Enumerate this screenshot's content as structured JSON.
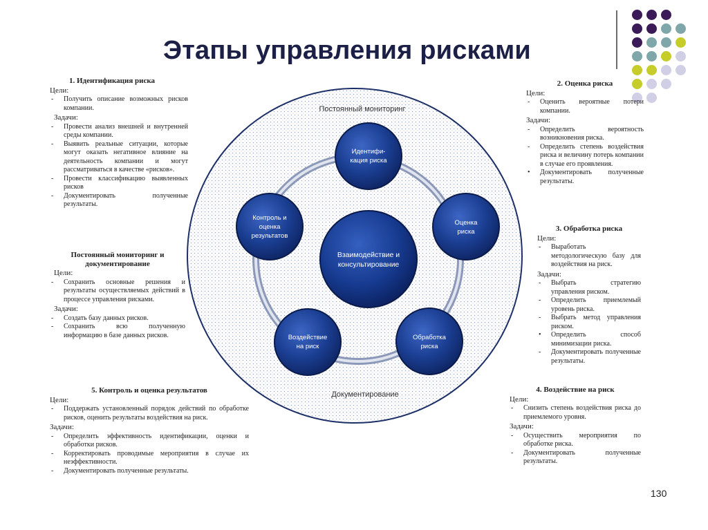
{
  "title": "Этапы управления рисками",
  "slide_number": "130",
  "colors": {
    "title": "#1c1f46",
    "node": "#1a3a8a",
    "dot_purple": "#3a1b57",
    "dot_teal": "#7fa7a9",
    "dot_yellow": "#c6cc2a",
    "dot_lavender": "#d0cfe6"
  },
  "ring_labels": {
    "top": "Постоянный мониторинг",
    "bottom": "Документирование"
  },
  "center_node": {
    "line1": "Взаимодействие и",
    "line2": "консультирование"
  },
  "nodes": [
    {
      "line1": "Идентифи-",
      "line2": "кация риска",
      "line3": ""
    },
    {
      "line1": "Оценка",
      "line2": "риска",
      "line3": ""
    },
    {
      "line1": "Обработка",
      "line2": "риска",
      "line3": ""
    },
    {
      "line1": "Воздействие",
      "line2": "на риск",
      "line3": ""
    },
    {
      "line1": "Контроль и",
      "line2": "оценка",
      "line3": "результатов"
    }
  ],
  "blocks": {
    "b1": {
      "heading": "1.   Идентификация риска",
      "goals_label": "Цели:",
      "goals": [
        "Получить описание возможных рисков компании."
      ],
      "tasks_label": "Задачи:",
      "tasks": [
        "Провести анализ внешней и внутренней среды компании.",
        "Выявить реальные ситуации, которые могут оказать негативное влияние на деятельность компании и могут рассматриваться в качестве «рисков».",
        "Провести классификацию выявленных рисков",
        "Документировать полученные результаты."
      ]
    },
    "b2": {
      "heading": "2. Оценка риска",
      "goals_label": "Цели:",
      "goals": [
        "Оценить вероятные потери компании."
      ],
      "tasks_label": "Задачи:",
      "tasks": [
        "Определить вероятность возникновения риска.",
        "Определить степень воздействия риска и величину потерь компании в случае его проявления.",
        "Документировать полученные результаты."
      ]
    },
    "b3": {
      "heading": "3. Обработка риска",
      "goals_label": "Цели:",
      "goals": [
        "Выработать методологическую базу для воздействия на риск."
      ],
      "tasks_label": "Задачи:",
      "tasks": [
        "Выбрать стратегию управления риском.",
        "Определить приемлемый уровень риска.",
        "Выбрать метод управления риском.",
        "Определить способ минимизации риска.",
        "Документировать полученные результаты."
      ]
    },
    "b4": {
      "heading": "4. Воздействие на риск",
      "goals_label": "Цели:",
      "goals": [
        "Снизить степень воздействия риска до приемлемого уровня."
      ],
      "tasks_label": "Задачи:",
      "tasks": [
        "Осуществить мероприятия по обработке риска.",
        "Документировать полученные результаты."
      ]
    },
    "b5": {
      "heading": "5. Контроль и оценка результатов",
      "goals_label": "Цели:",
      "goals": [
        "Поддержать установленный порядок действий по обработке рисков, оценить результаты воздействия на риск."
      ],
      "tasks_label": "Задачи:",
      "tasks": [
        "Определить эффективность идентификации, оценки и обработки рисков.",
        "Корректировать проводимые мероприятия в случае их неэффективности.",
        "Документировать полученные результаты."
      ]
    },
    "mon": {
      "heading": "Постоянный мониторинг и документирование",
      "goals_label": "Цели:",
      "goals": [
        "Сохранить основные решения и результаты осуществляемых действий в процессе управления рисками."
      ],
      "tasks_label": "Задачи:",
      "tasks": [
        "Создать базу данных рисков.",
        "Сохранить всю полученную информацию в базе данных рисков."
      ]
    }
  }
}
